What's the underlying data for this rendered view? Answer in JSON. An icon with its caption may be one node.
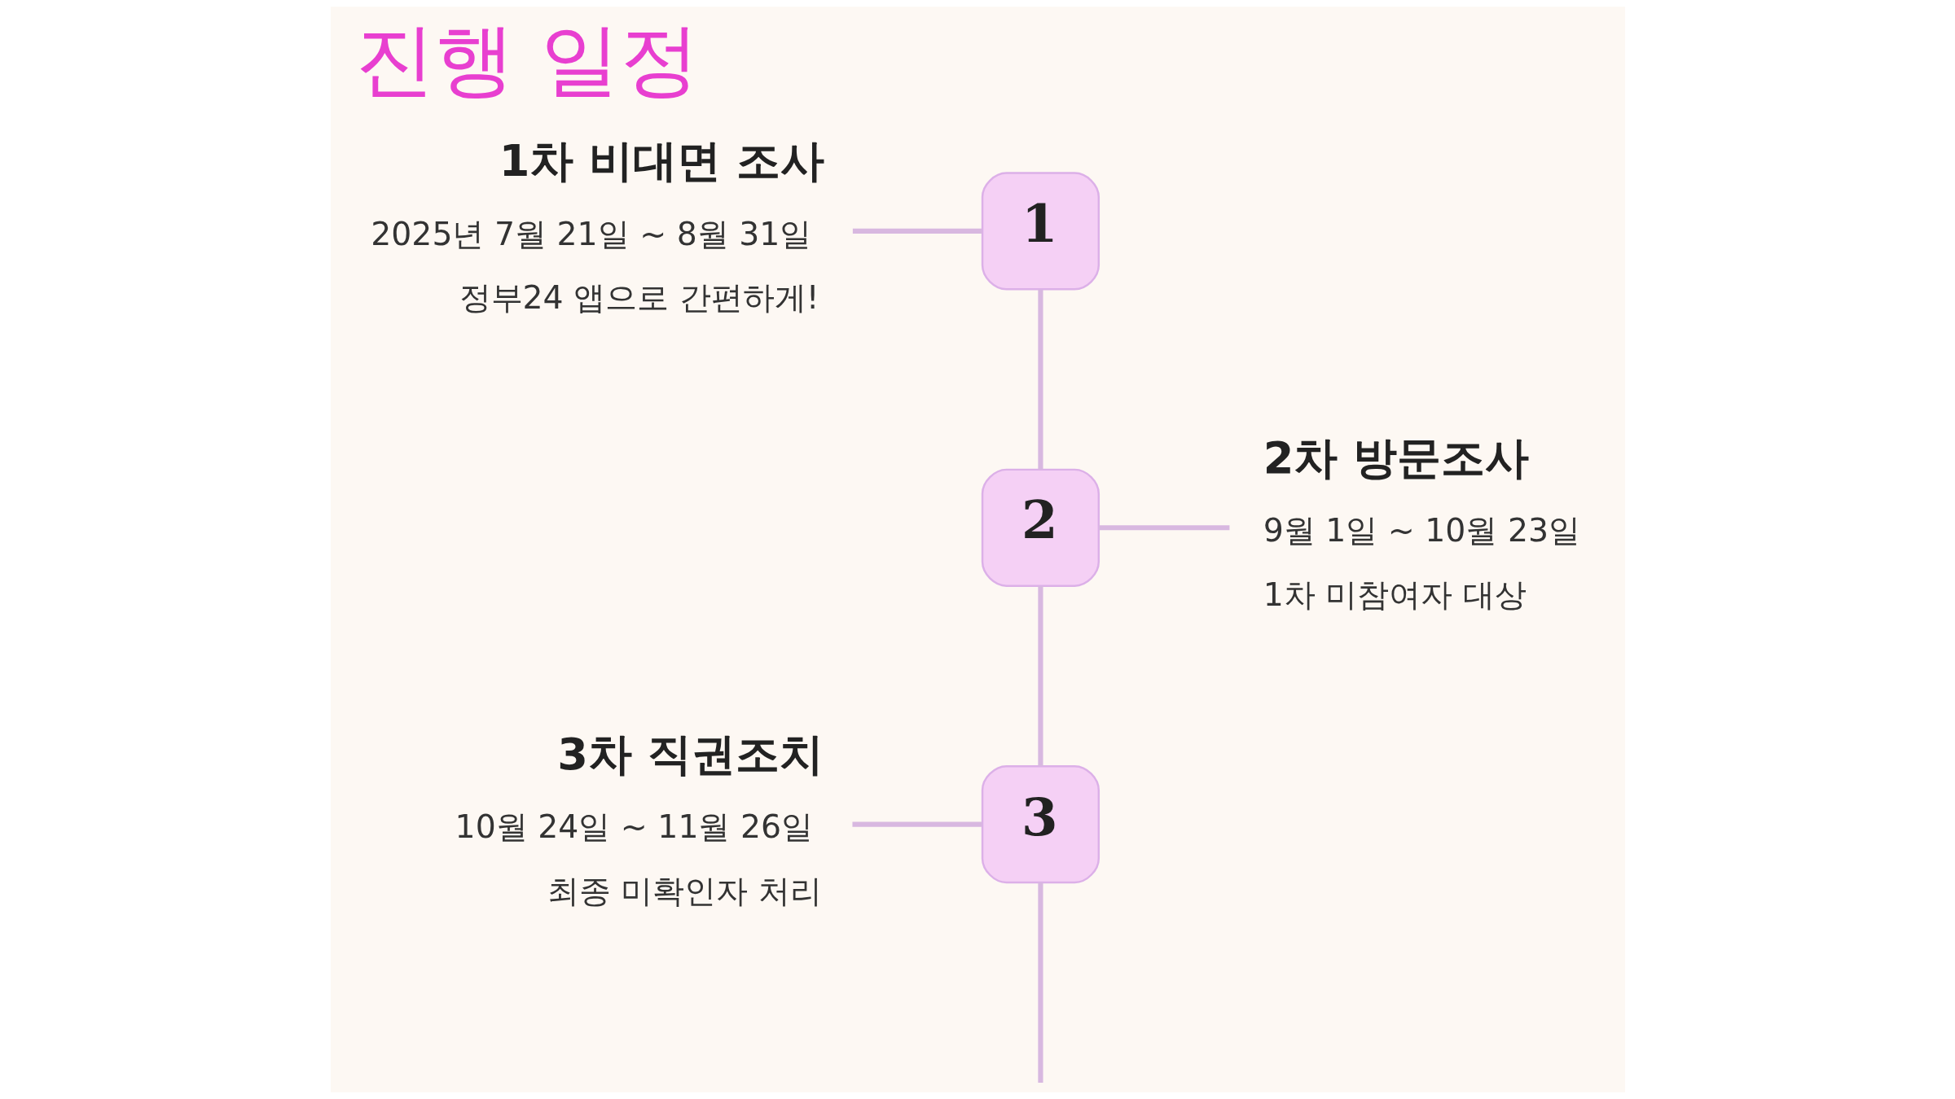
{
  "diagram": {
    "title": "진행 일정",
    "nodes": [
      {
        "text": [
          "1차 비대면 조사",
          "2025년 7월 21일 ~ 8월 31일",
          "정부24 앱으로 간편하게!"
        ]
      },
      {
        "text": [
          "1"
        ]
      },
      {
        "text": [
          "2"
        ]
      },
      {
        "text": [
          "2차 방문조사",
          "9월 1일 ~ 10월 23일",
          "1차 미참여자 대상"
        ]
      },
      {
        "text": [
          "3차 직권조치",
          "10월 24일 ~ 11월 26일",
          "최종 미확인자 처리"
        ]
      },
      {
        "text": [
          "3"
        ]
      }
    ],
    "edges": [
      {
        "from": 0,
        "to": 1,
        "arrow": "none"
      },
      {
        "from": 1,
        "to": 2,
        "arrow": "none"
      },
      {
        "from": 2,
        "to": 3,
        "arrow": "none"
      },
      {
        "from": 2,
        "to": 5,
        "arrow": "none"
      },
      {
        "from": 4,
        "to": 5,
        "arrow": "none"
      },
      {
        "from": 5,
        "to": null,
        "arrow": "none"
      }
    ]
  }
}
